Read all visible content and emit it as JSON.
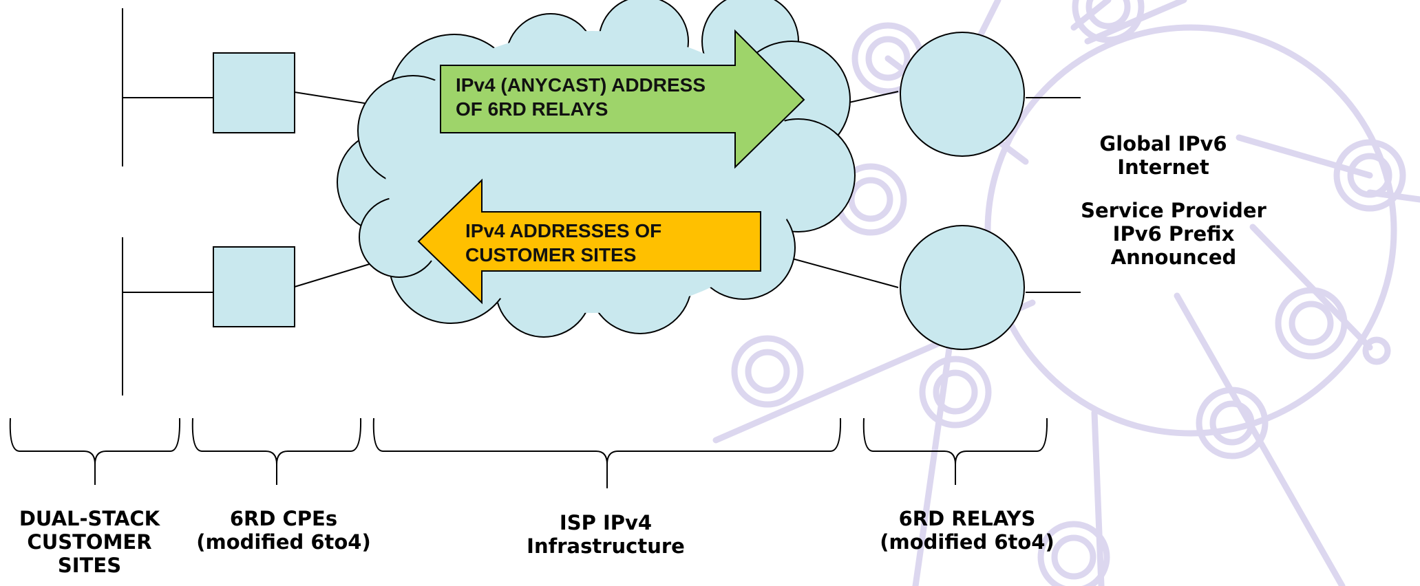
{
  "colors": {
    "node_fill": "#c9e8ee",
    "green_arrow": "#9ed46a",
    "gold_arrow": "#ffc000",
    "watermark": "#dcd7ef"
  },
  "arrows": {
    "relay_address": [
      "IPv4 (ANYCAST) ADDRESS",
      "OF 6RD RELAYS"
    ],
    "customer_address": [
      "IPv4 ADDRESSES OF",
      "CUSTOMER SITES"
    ]
  },
  "internet_label": [
    "Global IPv6",
    "Internet"
  ],
  "prefix_label": [
    "Service Provider",
    "IPv6 Prefix",
    "Announced"
  ],
  "sections": {
    "customer_sites": [
      "DUAL-STACK",
      "CUSTOMER",
      "SITES"
    ],
    "cpes": [
      "6RD CPEs",
      "(modified 6to4)"
    ],
    "isp": [
      "ISP IPv4",
      "Infrastructure"
    ],
    "relays": [
      "6RD RELAYS",
      "(modified 6to4)"
    ]
  }
}
